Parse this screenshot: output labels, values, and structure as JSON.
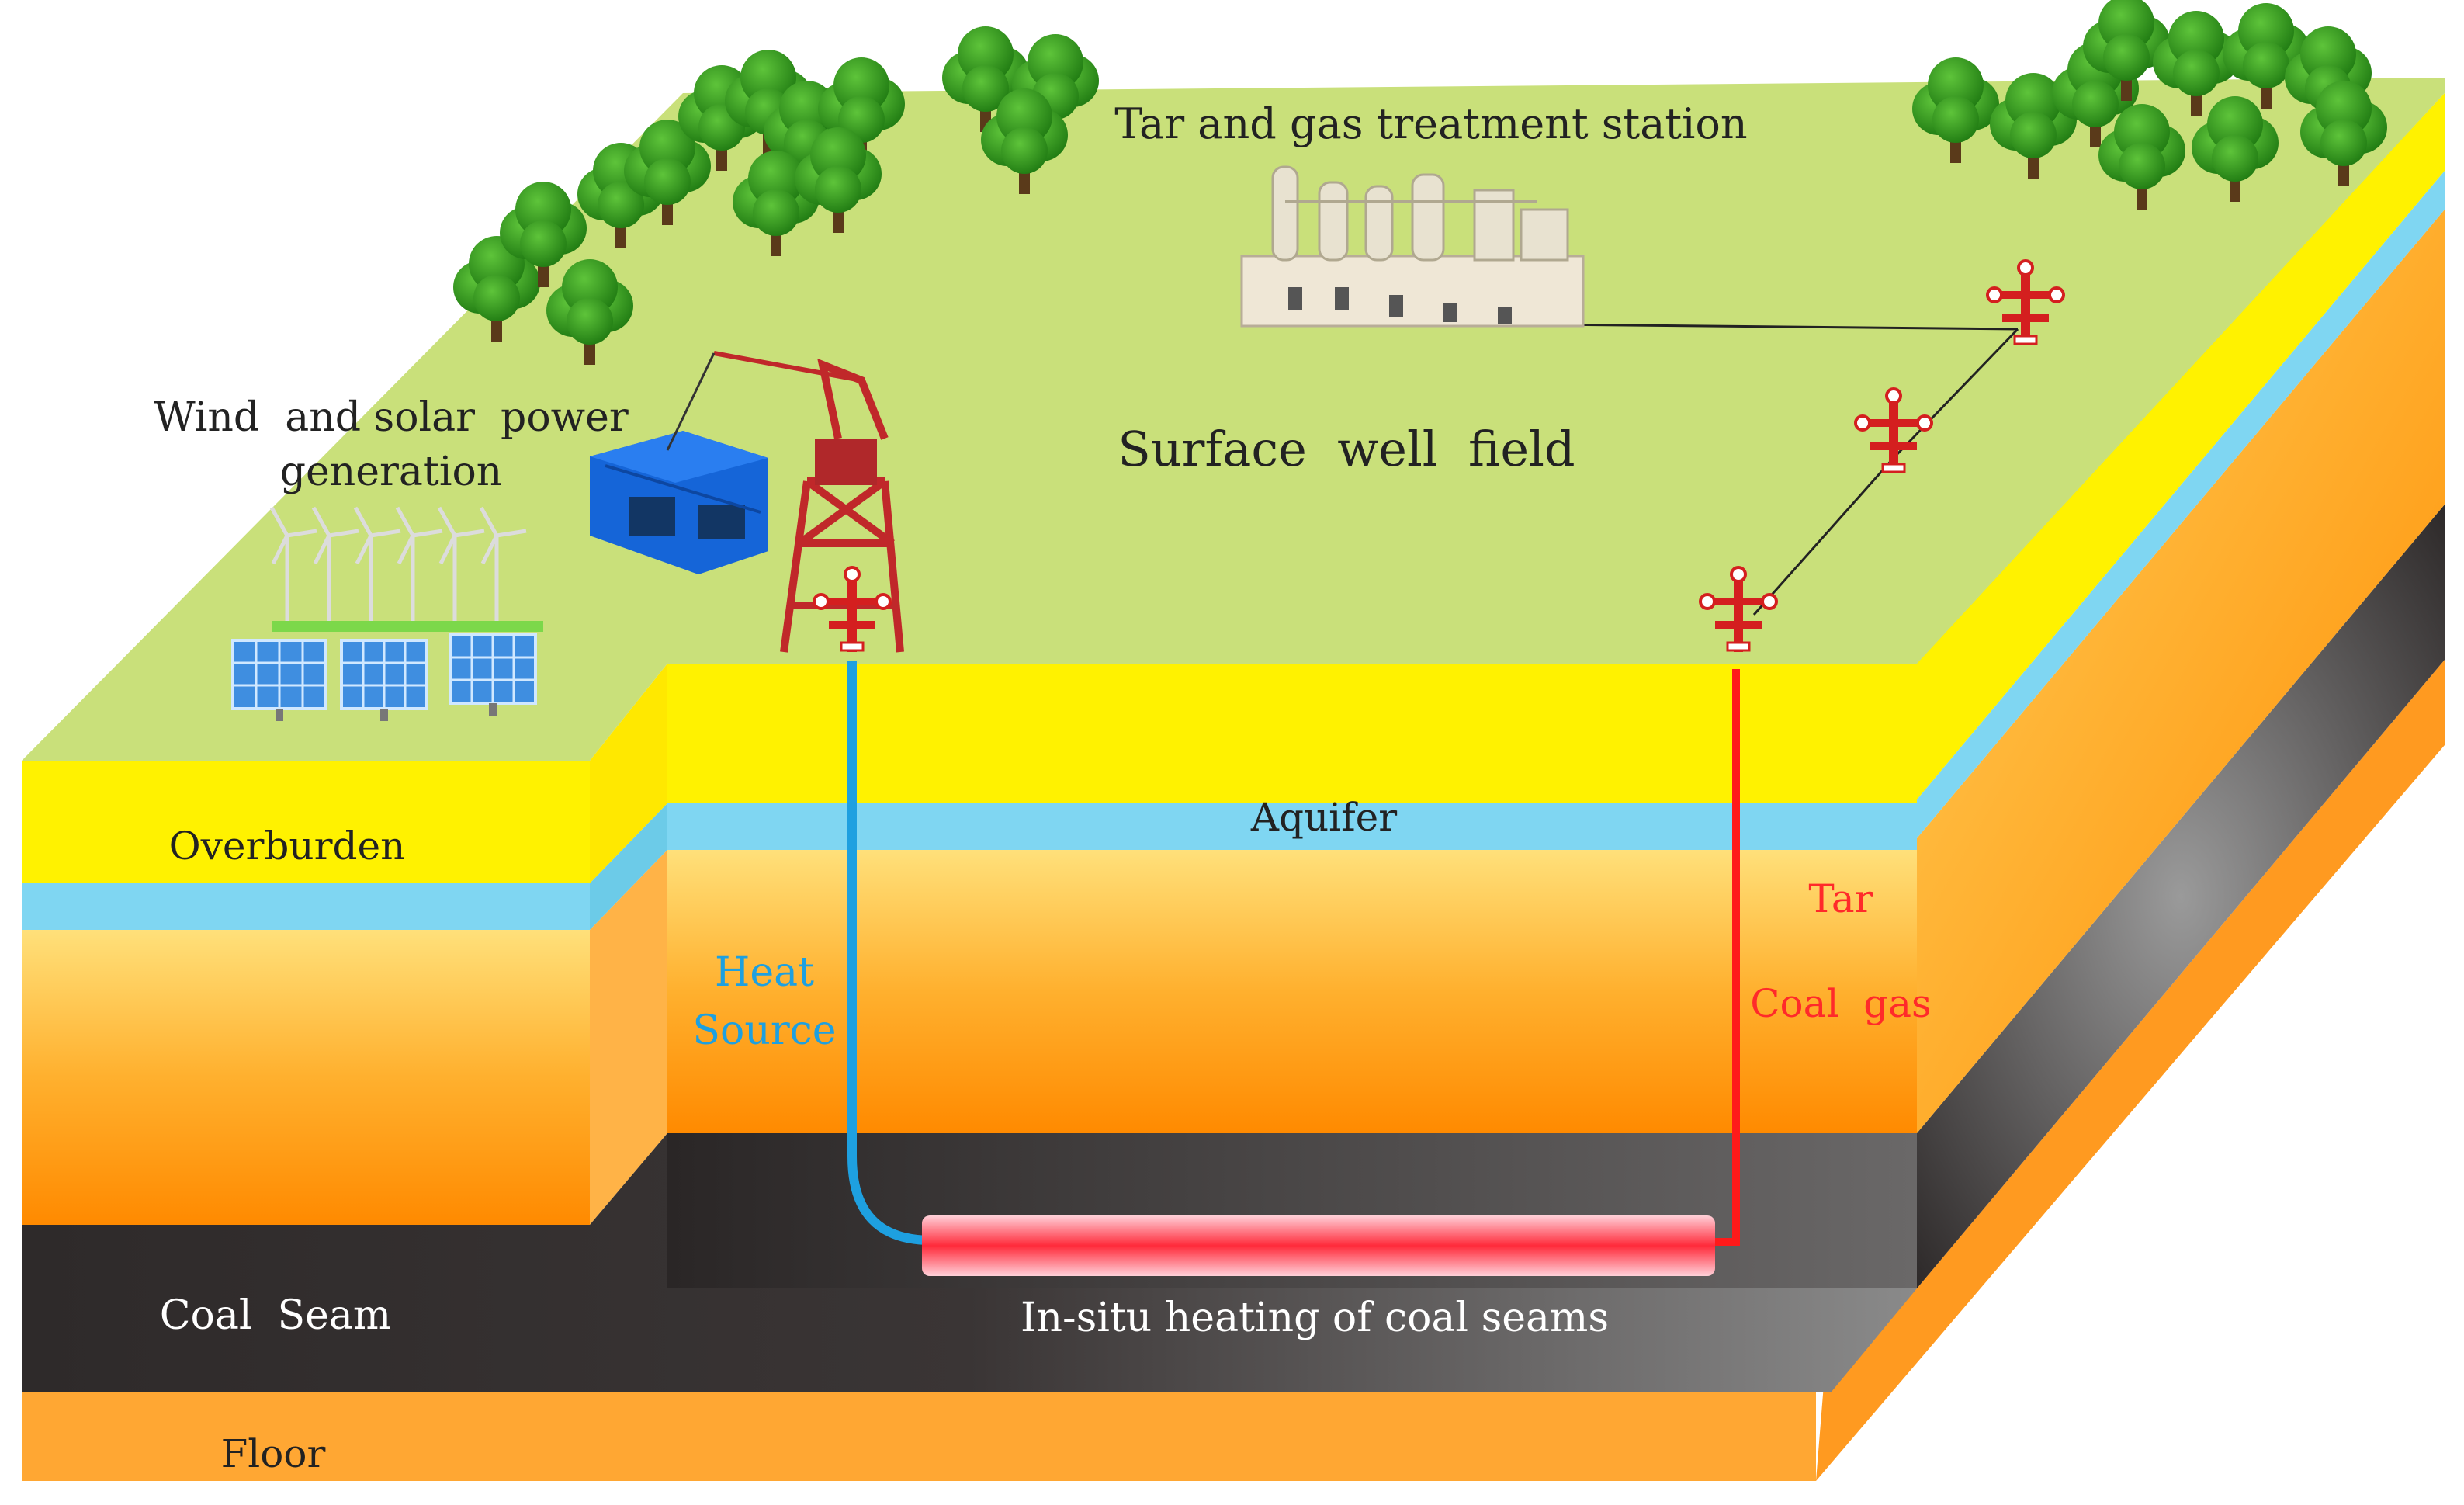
{
  "labels": {
    "tar_gas_station": "Tar and gas treatment station",
    "wind_solar_line1": "Wind  and solar  power",
    "wind_solar_line2": "generation",
    "surface_well_field": "Surface  well  field",
    "overburden": "Overburden",
    "aquifer": "Aquifer",
    "tar": "Tar",
    "coal_gas": "Coal  gas",
    "heat_source_line1": "Heat",
    "heat_source_line2": "Source",
    "coal_seam": "Coal  Seam",
    "in_situ": "In-situ heating of coal seams",
    "floor": "Floor"
  },
  "colors": {
    "surface": "#c9e07a",
    "overburden": "#fff200",
    "aquifer": "#7fd6f2",
    "orange_top": "#ffd36a",
    "orange_bottom": "#ff8c00",
    "coal": "#2e2a2a",
    "floor": "#ffa733",
    "heat_pipe": "#1ea0e0",
    "gas_pipe": "#ff1a1a",
    "heat_source_text": "#1ea0e0",
    "gas_text": "#ff2a2a"
  },
  "icons": {
    "trees": "tree-icon",
    "wind_turbines": "wind-turbine-icon",
    "solar_panels": "solar-panel-icon",
    "drilling_rig": "drilling-rig-icon",
    "heater_unit": "heater-unit-icon",
    "treatment_plant": "treatment-plant-icon",
    "wellheads": "wellhead-icon"
  }
}
